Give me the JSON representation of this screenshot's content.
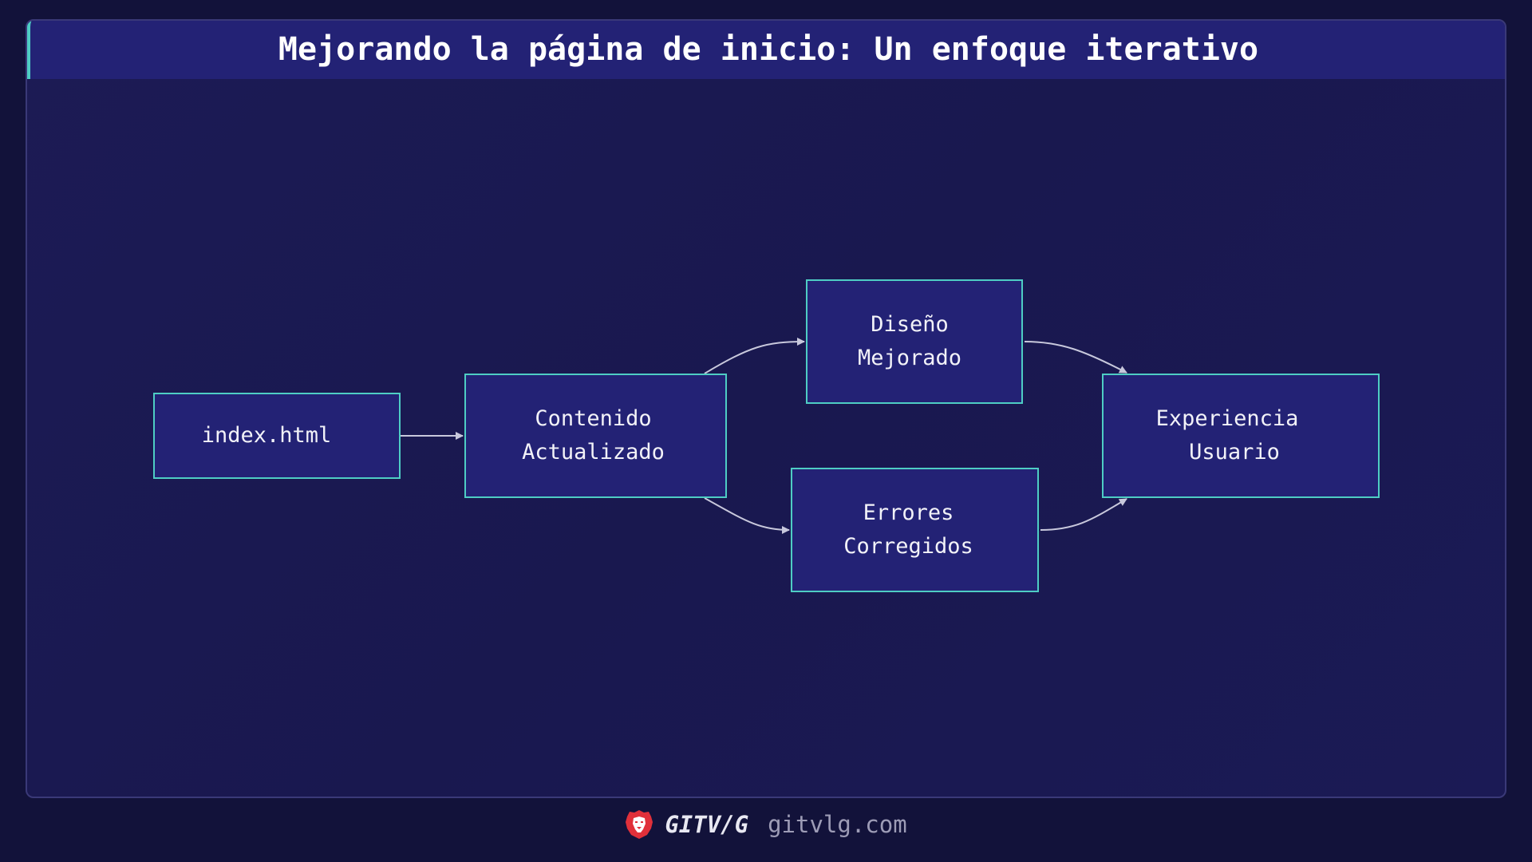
{
  "header": {
    "title": "Mejorando la página de inicio: Un enfoque iterativo"
  },
  "diagram": {
    "nodes": [
      {
        "id": "index",
        "lines": [
          "index.html"
        ]
      },
      {
        "id": "contenido",
        "lines": [
          "Contenido",
          "Actualizado"
        ]
      },
      {
        "id": "diseno",
        "lines": [
          "Diseño",
          "Mejorado"
        ]
      },
      {
        "id": "errores",
        "lines": [
          "Errores",
          "Corregidos"
        ]
      },
      {
        "id": "experiencia",
        "lines": [
          "Experiencia",
          "Usuario"
        ]
      }
    ],
    "edges": [
      {
        "from": "index",
        "to": "contenido"
      },
      {
        "from": "contenido",
        "to": "diseno"
      },
      {
        "from": "contenido",
        "to": "errores"
      },
      {
        "from": "diseno",
        "to": "experiencia"
      },
      {
        "from": "errores",
        "to": "experiencia"
      }
    ]
  },
  "footer": {
    "logo_icon": "lion-head-icon",
    "brand": "GITV/G",
    "site": "gitvlg.com"
  },
  "colors": {
    "background": "#12123a",
    "card": "#1b1a52",
    "header": "#232275",
    "accent": "#4ecdc4",
    "node_fill": "#232275",
    "edge": "#c8c8dc",
    "logo": "#e0303a"
  }
}
